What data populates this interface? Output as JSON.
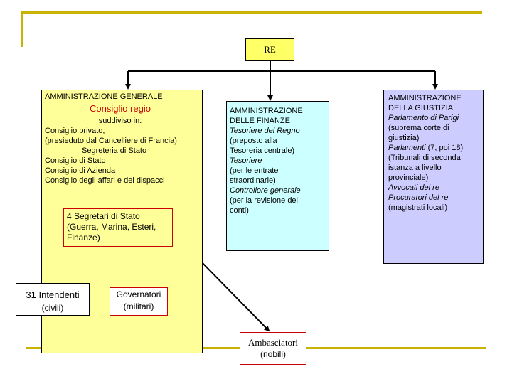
{
  "re": {
    "label": "RE"
  },
  "admin_generale": {
    "title": "AMMINISTRAZIONE GENERALE",
    "subtitle": "Consiglio regio",
    "note": "suddiviso in:",
    "lines": [
      "Consiglio privato,",
      "(presieduto dal Cancelliere di Francia)",
      "Segreteria di Stato",
      "Consiglio di Stato",
      "Consiglio di Azienda",
      "Consiglio degli affari e dei dispacci"
    ],
    "segretari": {
      "line1": "4 Segretari di Stato",
      "line2": "(Guerra, Marina, Esteri,",
      "line3": "Finanze)"
    }
  },
  "admin_finanze": {
    "title1": "AMMINISTRAZIONE",
    "title2": "DELLE FINANZE",
    "l1": "Tesoriere del Regno",
    "l2": "(preposto alla",
    "l3": "Tesoreria centrale)",
    "l4": "Tesoriere",
    "l5": "(per le entrate",
    "l6": "straordinarie)",
    "l7": "Controllore generale",
    "l8": "(per la revisione dei",
    "l9": "conti)"
  },
  "admin_giustizia": {
    "title1": "AMMINISTRAZIONE",
    "title2": "DELLA GIUSTIZIA",
    "l1": "Parlamento di Parigi",
    "l2": "(suprema corte di",
    "l3": "giustizia)",
    "l4a": "Parlamenti",
    "l4b": " (7, poi 18)",
    "l5": "(Tribunali di seconda",
    "l6": "istanza a livello",
    "l7": "provinciale)",
    "l8": "Avvocati del re",
    "l9": "Procuratori del re",
    "l10": "(magistrati locali)"
  },
  "intendenti": {
    "line1": "31 Intendenti",
    "line2": "(civili)"
  },
  "governatori": {
    "line1": "Governatori",
    "line2": "(militari)"
  },
  "ambasciatori": {
    "line1": "Ambasciatori",
    "line2": "(nobili)"
  },
  "colors": {
    "re_fill": "#ffff66",
    "generale_fill": "#ffff99",
    "finanze_fill": "#ccffff",
    "giustizia_fill": "#ccccff",
    "accent_red": "#cc0000",
    "deco_gold": "#c8b400"
  }
}
